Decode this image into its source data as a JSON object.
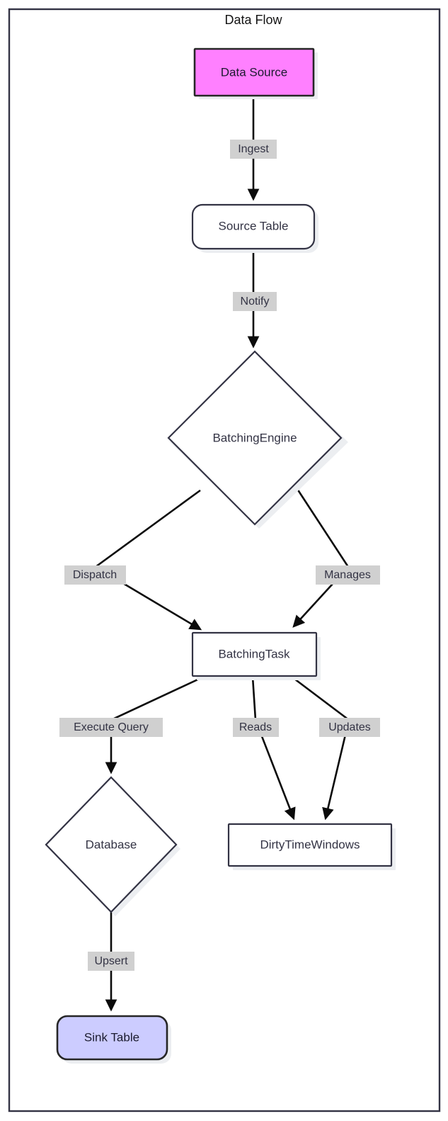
{
  "diagram": {
    "title": "Data Flow",
    "type": "flowchart",
    "direction": "top-down",
    "frame": {
      "border_color": "#333344",
      "background": "#ffffff"
    },
    "colors": {
      "default_node_fill": "#ffffff",
      "default_node_stroke": "#333344",
      "data_source_fill": "#ff80ff",
      "data_source_stroke": "#262626",
      "sink_table_fill": "#ccccff",
      "sink_table_stroke": "#262626",
      "edge_stroke": "#0b0b0b",
      "edge_label_bg": "#d0d0d0",
      "text": "#333344"
    },
    "nodes": [
      {
        "id": "data_source",
        "label": "Data Source",
        "shape": "rect",
        "fill": "#ff80ff"
      },
      {
        "id": "source_table",
        "label": "Source Table",
        "shape": "rounded-rect",
        "fill": "#ffffff"
      },
      {
        "id": "batching_engine",
        "label": "BatchingEngine",
        "shape": "diamond",
        "fill": "#ffffff"
      },
      {
        "id": "batching_task",
        "label": "BatchingTask",
        "shape": "rect",
        "fill": "#ffffff"
      },
      {
        "id": "database",
        "label": "Database",
        "shape": "diamond",
        "fill": "#ffffff"
      },
      {
        "id": "dirty_time_windows",
        "label": "DirtyTimeWindows",
        "shape": "rect",
        "fill": "#ffffff"
      },
      {
        "id": "sink_table",
        "label": "Sink Table",
        "shape": "rounded-rect",
        "fill": "#ccccff"
      }
    ],
    "edges": [
      {
        "from": "data_source",
        "to": "source_table",
        "label": "Ingest"
      },
      {
        "from": "source_table",
        "to": "batching_engine",
        "label": "Notify"
      },
      {
        "from": "batching_engine",
        "to": "batching_task",
        "label": "Dispatch"
      },
      {
        "from": "batching_engine",
        "to": "batching_task",
        "label": "Manages"
      },
      {
        "from": "batching_task",
        "to": "database",
        "label": "Execute Query"
      },
      {
        "from": "batching_task",
        "to": "dirty_time_windows",
        "label": "Reads"
      },
      {
        "from": "batching_task",
        "to": "dirty_time_windows",
        "label": "Updates"
      },
      {
        "from": "database",
        "to": "sink_table",
        "label": "Upsert"
      }
    ]
  }
}
